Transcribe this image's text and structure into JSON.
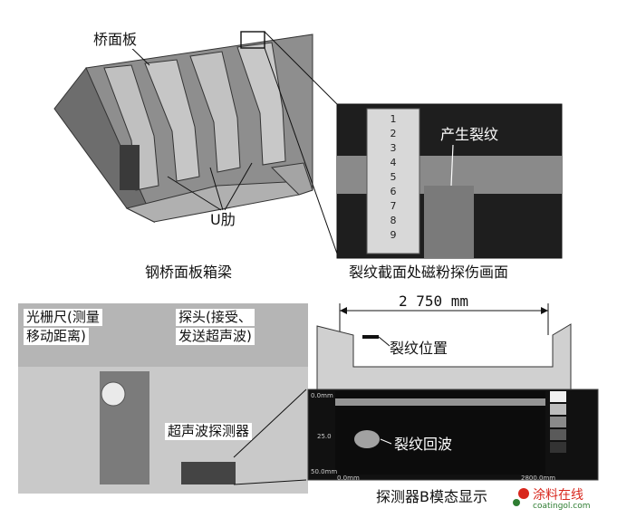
{
  "top_left": {
    "bridge_deck_label": "桥面板",
    "u_rib_label": "U肋",
    "caption": "钢桥面板箱梁"
  },
  "top_right": {
    "crack_generated_label": "产生裂纹",
    "caption": "裂纹截面处磁粉探伤画面",
    "ruler_marks": [
      "1",
      "2",
      "3",
      "4",
      "5",
      "6",
      "7",
      "8",
      "9"
    ]
  },
  "bottom_left": {
    "scale_label_line1": "光栅尺(测量",
    "scale_label_line2": "移动距离)",
    "probe_label_line1": "探头(接受、",
    "probe_label_line2": "发送超声波)",
    "detector_label": "超声波探测器"
  },
  "bottom_right": {
    "dimension_label": "2 750 mm",
    "crack_position_label": "裂纹位置",
    "crack_echo_label": "裂纹回波",
    "caption": "探测器B模态显示",
    "scan_top_left": "0.0mm",
    "scan_mid_left": "25.0",
    "scan_bottom_left": "50.0mm",
    "scan_bottom_x0": "0.0mm",
    "scan_bottom_x1": "2800.0mm"
  },
  "watermark": {
    "line1": "涂料在线",
    "line2": "coatingol.com"
  },
  "colors": {
    "steel_dark": "#555555",
    "steel_mid": "#9a9a9a",
    "steel_light": "#c8c8c8",
    "photo_bg": "#2a2a2a",
    "watermark_red": "#d8261c"
  }
}
